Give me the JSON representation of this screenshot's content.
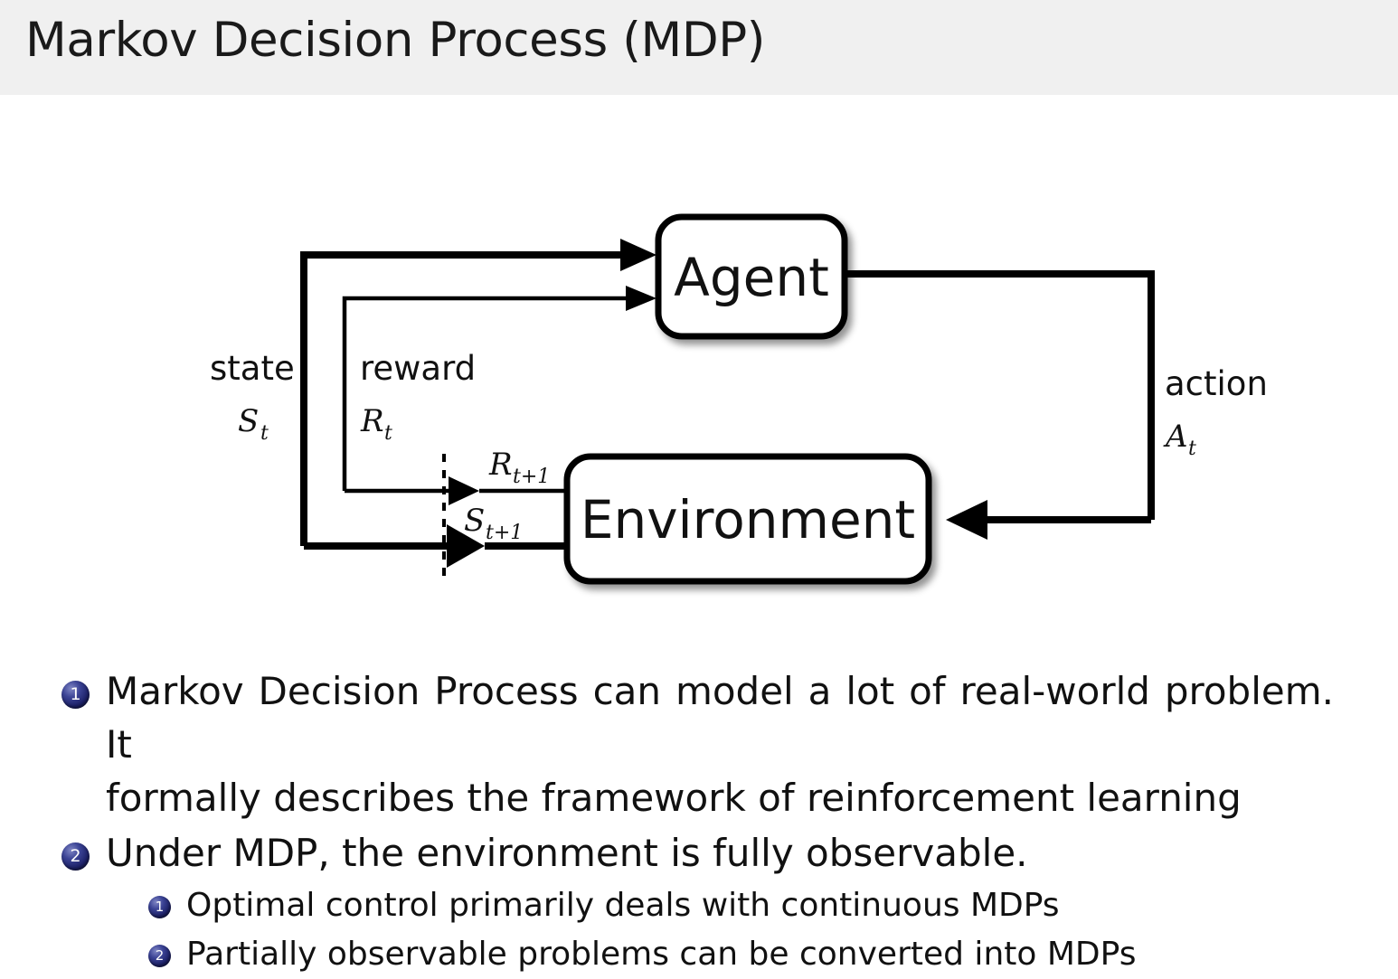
{
  "slide": {
    "title": "Markov Decision Process (MDP)",
    "header_bg": "#f0f0f0",
    "bullet_color": "#1d2168"
  },
  "diagram": {
    "nodes": {
      "agent": "Agent",
      "environment": "Environment"
    },
    "labels": {
      "state_word": "state",
      "state_sym": "S",
      "state_sub": "t",
      "reward_word": "reward",
      "reward_sym": "R",
      "reward_sub": "t",
      "action_word": "action",
      "action_sym": "A",
      "action_sub": "t",
      "reward_next_sym": "R",
      "reward_next_sub": "t+1",
      "state_next_sym": "S",
      "state_next_sub": "t+1"
    }
  },
  "bullets": [
    {
      "number": "1",
      "level": 1,
      "line1": "Markov Decision Process can model a lot of real-world problem. It",
      "line2": "formally describes the framework of reinforcement learning"
    },
    {
      "number": "2",
      "level": 1,
      "line1": "Under MDP, the environment is fully observable.",
      "line2": ""
    },
    {
      "number": "1",
      "level": 2,
      "line1": "Optimal control primarily deals with continuous MDPs",
      "line2": ""
    },
    {
      "number": "2",
      "level": 2,
      "line1": "Partially observable problems can be converted into MDPs",
      "line2": ""
    }
  ]
}
